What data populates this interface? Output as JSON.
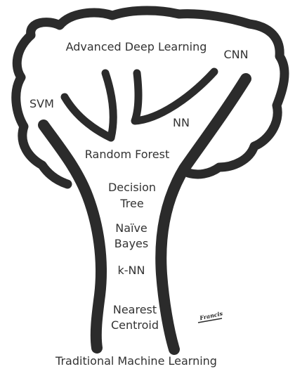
{
  "diagram": {
    "top_label": "Advanced Deep Learning",
    "bottom_label": "Traditional Machine Learning",
    "branches": {
      "left": "SVM",
      "right": "CNN",
      "middle": "NN"
    },
    "trunk": [
      "Random Forest",
      "Decision\nTree",
      "Naïve\nBayes",
      "k-NN",
      "Nearest\nCentroid"
    ],
    "signature": "Francis"
  },
  "colors": {
    "ink": "#2b2b2b",
    "text": "#333333",
    "background": "#ffffff"
  }
}
